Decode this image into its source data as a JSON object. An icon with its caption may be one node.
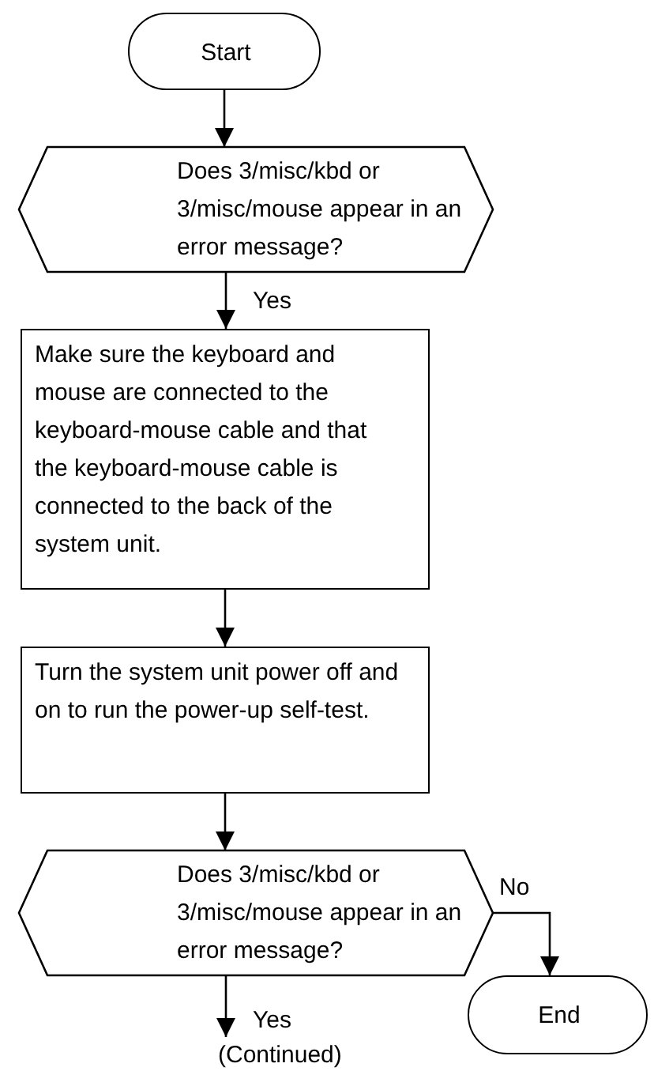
{
  "diagram": {
    "nodes": [
      {
        "text": [
          "Start"
        ]
      },
      {
        "text": [
          "Does 3/misc/kbd or 3/misc/mouse appear in an error message?"
        ]
      },
      {
        "text": [
          "Make sure the keyboard and mouse are connected to the keyboard-mouse cable and that the keyboard-mouse cable is connected to the back of the system unit."
        ]
      },
      {
        "text": [
          "Turn the system unit power off and on to run the power-up self-test."
        ]
      },
      {
        "text": [
          "Does 3/misc/kbd or 3/misc/mouse appear in an error message?"
        ]
      },
      {
        "text": [
          "End"
        ]
      },
      {
        "text": [
          "(Continued)"
        ]
      }
    ],
    "edges": [
      {
        "from": 0,
        "to": 1,
        "arrow": "to"
      },
      {
        "from": 1,
        "to": 2,
        "arrow": "to",
        "label": "Yes"
      },
      {
        "from": 2,
        "to": 3,
        "arrow": "to"
      },
      {
        "from": 3,
        "to": 4,
        "arrow": "to"
      },
      {
        "from": 4,
        "to": 5,
        "arrow": "to",
        "label": "No"
      },
      {
        "from": 4,
        "to": 6,
        "arrow": "to",
        "label": "Yes"
      }
    ]
  }
}
